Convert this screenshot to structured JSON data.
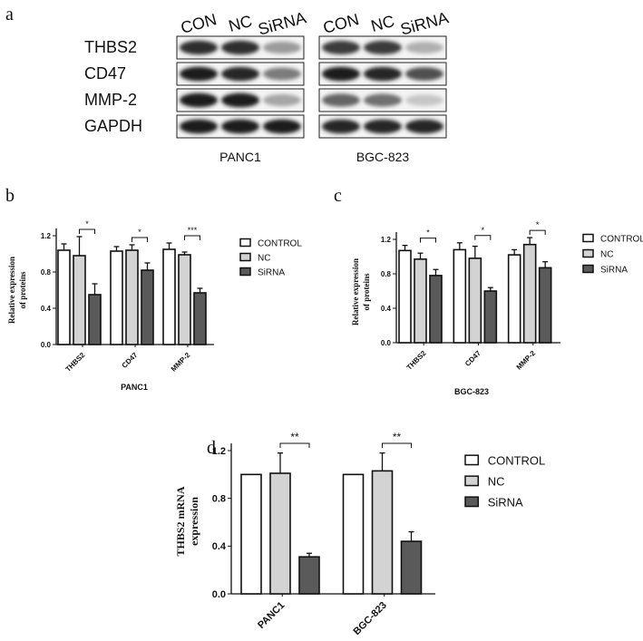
{
  "panel_letters": {
    "a": "a",
    "b": "b",
    "c": "c",
    "d": "d"
  },
  "western_blot": {
    "lane_labels": [
      "CON",
      "NC",
      "SiRNA"
    ],
    "row_labels": [
      "THBS2",
      "CD47",
      "MMP-2",
      "GAPDH"
    ],
    "blots": [
      {
        "cell_line": "PANC1"
      },
      {
        "cell_line": "BGC-823"
      }
    ]
  },
  "chart_data": [
    {
      "type": "bar",
      "panel": "b",
      "title": "PANC1",
      "ylabel": [
        "Relative expression",
        "of proteins"
      ],
      "xlabel": "",
      "categories": [
        "THBS2",
        "CD47",
        "MMP-2"
      ],
      "ylim": [
        0,
        1.2
      ],
      "yticks": [
        "0.0",
        "0.4",
        "0.8",
        "1.2"
      ],
      "legend_position": "right",
      "series": [
        {
          "name": "CONTROL",
          "color": "#ffffff",
          "values": [
            1.04,
            1.03,
            1.05
          ],
          "errors": [
            0.07,
            0.05,
            0.07
          ]
        },
        {
          "name": "NC",
          "color": "#d3d3d3",
          "values": [
            0.98,
            1.04,
            0.99
          ],
          "errors": [
            0.21,
            0.06,
            0.03
          ]
        },
        {
          "name": "SiRNA",
          "color": "#5a5a5a",
          "values": [
            0.55,
            0.82,
            0.57
          ],
          "errors": [
            0.12,
            0.08,
            0.05
          ]
        }
      ],
      "significance": [
        "*",
        "*",
        "***"
      ]
    },
    {
      "type": "bar",
      "panel": "c",
      "title": "BGC-823",
      "ylabel": [
        "Relative expression",
        "of proteins"
      ],
      "xlabel": "",
      "categories": [
        "THBS2",
        "CD47",
        "MMP-2"
      ],
      "ylim": [
        0,
        1.2
      ],
      "yticks": [
        "0.0",
        "0.4",
        "0.8",
        "1.2"
      ],
      "legend_position": "right",
      "series": [
        {
          "name": "CONTROL",
          "color": "#ffffff",
          "values": [
            1.07,
            1.08,
            1.02
          ],
          "errors": [
            0.06,
            0.08,
            0.06
          ]
        },
        {
          "name": "NC",
          "color": "#d3d3d3",
          "values": [
            0.97,
            0.98,
            1.14
          ],
          "errors": [
            0.07,
            0.14,
            0.08
          ]
        },
        {
          "name": "SiRNA",
          "color": "#5a5a5a",
          "values": [
            0.78,
            0.6,
            0.87
          ],
          "errors": [
            0.07,
            0.04,
            0.07
          ]
        }
      ],
      "significance": [
        "*",
        "*",
        "*"
      ]
    },
    {
      "type": "bar",
      "panel": "d",
      "title": "",
      "ylabel": [
        "THBS2 mRNA",
        "expression"
      ],
      "xlabel": "",
      "categories": [
        "PANC1",
        "BGC-823"
      ],
      "ylim": [
        0,
        1.2
      ],
      "yticks": [
        "0.0",
        "0.4",
        "0.8",
        "1.2"
      ],
      "legend_position": "right",
      "series": [
        {
          "name": "CONTROL",
          "color": "#ffffff",
          "values": [
            1.0,
            1.0
          ],
          "errors": [
            0,
            0
          ]
        },
        {
          "name": "NC",
          "color": "#d3d3d3",
          "values": [
            1.01,
            1.03
          ],
          "errors": [
            0.17,
            0.15
          ]
        },
        {
          "name": "SiRNA",
          "color": "#5a5a5a",
          "values": [
            0.31,
            0.44
          ],
          "errors": [
            0.03,
            0.08
          ]
        }
      ],
      "significance": [
        "**",
        "**"
      ]
    }
  ]
}
